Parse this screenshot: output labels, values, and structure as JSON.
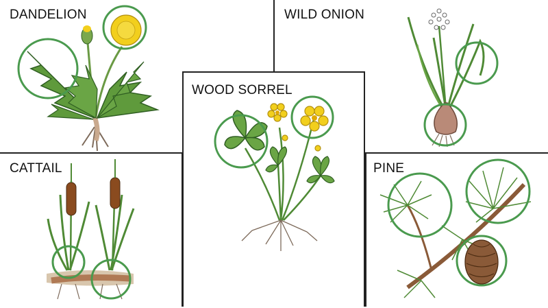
{
  "panels": {
    "dandelion": {
      "label": "DANDELION",
      "icon": "dandelion-illustration"
    },
    "wild_onion": {
      "label": "WILD ONION",
      "icon": "wild-onion-illustration"
    },
    "wood_sorrel": {
      "label": "WOOD SORREL",
      "icon": "wood-sorrel-illustration"
    },
    "cattail": {
      "label": "CATTAIL",
      "icon": "cattail-illustration"
    },
    "pine": {
      "label": "PINE",
      "icon": "pine-illustration"
    }
  },
  "colors": {
    "highlight": "#4a9a4e",
    "leaf": "#5f9a3c",
    "leaf_dark": "#2f5e22",
    "flower_yellow": "#f2cf1d",
    "cattail_brown": "#8a4b1f",
    "bulb": "#b98a78",
    "root": "#7d6a5a"
  }
}
